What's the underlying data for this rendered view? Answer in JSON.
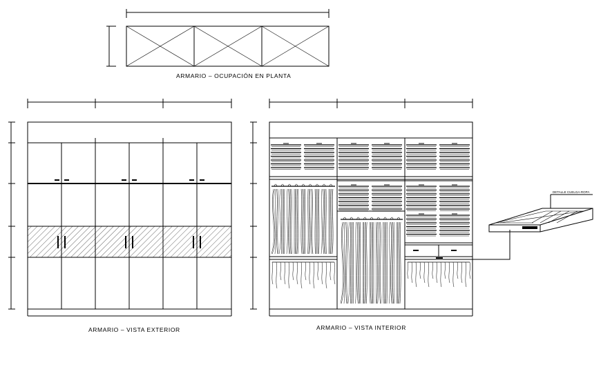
{
  "captions": {
    "plan": "ARMARIO  –  OCUPACIÓN  EN  PLANTA",
    "exterior": "ARMARIO  –  VISTA  EXTERIOR",
    "interior": "ARMARIO  –  VISTA  INTERIOR",
    "detail": "DETALLE CUELGA-ROPA"
  }
}
